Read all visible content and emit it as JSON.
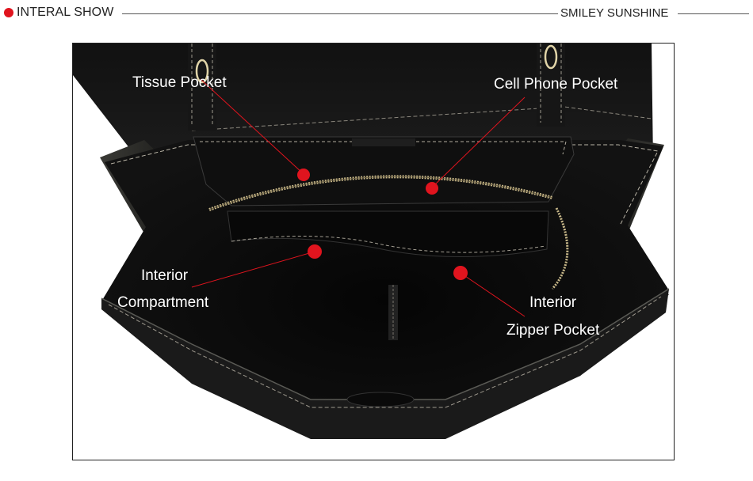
{
  "header": {
    "title": "INTERAL SHOW",
    "brand": "SMILEY SUNSHINE",
    "accent_color": "#e0141e"
  },
  "callouts": {
    "tissue_pocket": "Tissue Pocket",
    "cell_phone_pocket": "Cell Phone Pocket",
    "interior_compartment_line1": "Interior",
    "interior_compartment_line2": "Compartment",
    "interior_zipper_line1": "Interior",
    "interior_zipper_line2": "Zipper Pocket"
  },
  "colors": {
    "marker": "#e0141e",
    "leather": "#0c0c0c",
    "stitch": "#d8d2c2",
    "zipper": "#c9b98a"
  }
}
